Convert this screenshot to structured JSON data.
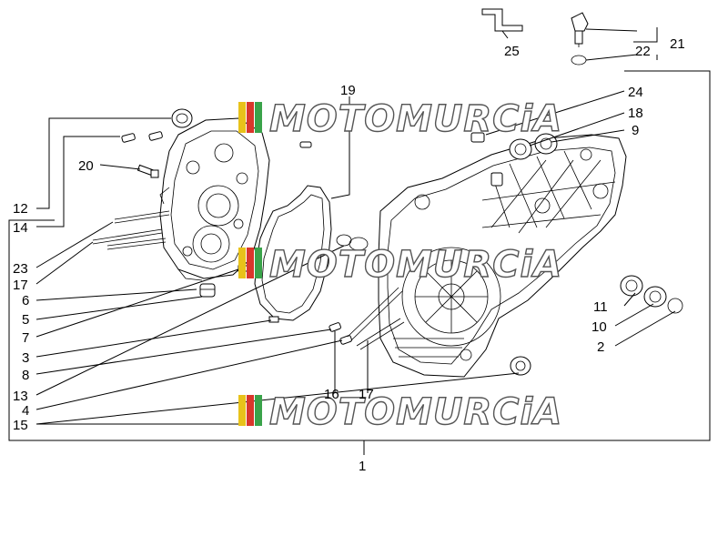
{
  "watermark": {
    "text": "MOTOMURCiA",
    "colors": [
      "#e8c21a",
      "#d9362b",
      "#3aa34a"
    ]
  },
  "callouts": {
    "n1": "1",
    "n2": "2",
    "n3": "3",
    "n4": "4",
    "n5": "5",
    "n6": "6",
    "n7": "7",
    "n8": "8",
    "n9": "9",
    "n10": "10",
    "n11": "11",
    "n12": "12",
    "n13": "13",
    "n14": "14",
    "n15": "15",
    "n16": "16",
    "n17a": "17",
    "n17b": "17",
    "n18": "18",
    "n19": "19",
    "n20": "20",
    "n21": "21",
    "n22": "22",
    "n23": "23",
    "n24": "24",
    "n25": "25"
  }
}
